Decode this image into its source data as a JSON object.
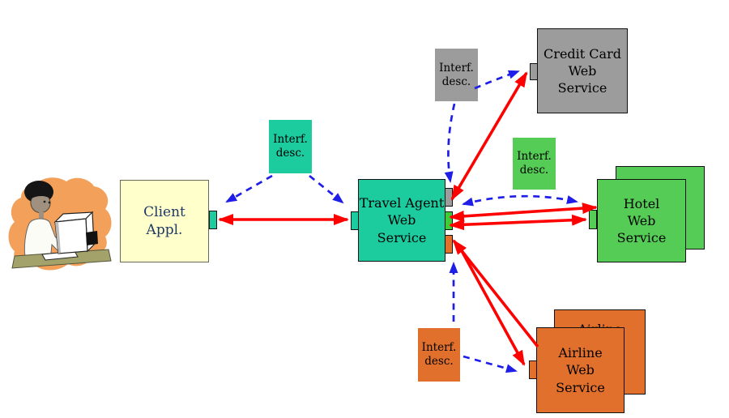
{
  "diagram": {
    "nodes": {
      "client": {
        "label": "Client\nAppl.",
        "color": "#FFFFCC"
      },
      "travel_agent": {
        "label": "Travel Agent\nWeb\nService",
        "color": "#1CCB9E"
      },
      "credit_card": {
        "label": "Credit Card\nWeb\nService",
        "color": "#9C9C9C"
      },
      "hotel": {
        "label": "Hotel\nWeb\nService",
        "color": "#55CC55"
      },
      "airline": {
        "label": "Airline\nWeb\nService",
        "color": "#E0702C"
      }
    },
    "interface_descriptions": [
      {
        "id": "client-travel",
        "label": "Interf.\ndesc.",
        "color": "#1CCB9E"
      },
      {
        "id": "credit-card",
        "label": "Interf.\ndesc.",
        "color": "#9C9C9C"
      },
      {
        "id": "hotel",
        "label": "Interf.\ndesc.",
        "color": "#55CC55"
      },
      {
        "id": "airline",
        "label": "Interf.\ndesc.",
        "color": "#E0702C"
      }
    ],
    "colors": {
      "invocation_arrow": "#FF0000",
      "description_link": "#1E1EE8",
      "port_hotel_green": "#3FCC38",
      "client_text": "#1F3864"
    }
  }
}
